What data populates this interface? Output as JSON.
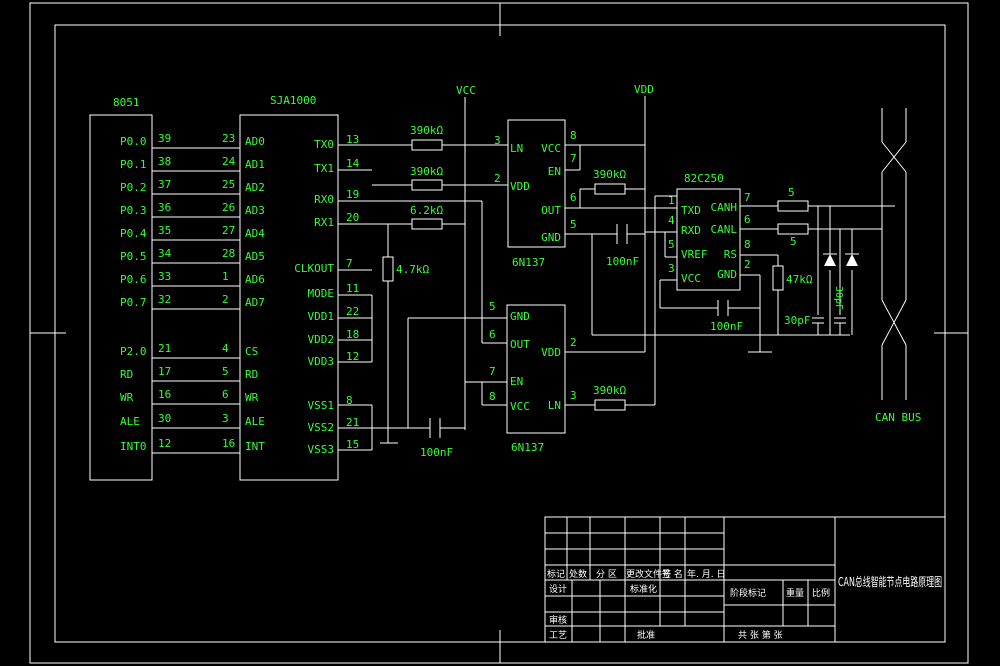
{
  "chips": {
    "mcu": {
      "name": "8051",
      "pins": [
        {
          "label": "P0.0",
          "num": "39"
        },
        {
          "label": "P0.1",
          "num": "38"
        },
        {
          "label": "P0.2",
          "num": "37"
        },
        {
          "label": "P0.3",
          "num": "36"
        },
        {
          "label": "P0.4",
          "num": "35"
        },
        {
          "label": "P0.5",
          "num": "34"
        },
        {
          "label": "P0.6",
          "num": "33"
        },
        {
          "label": "P0.7",
          "num": "32"
        },
        {
          "label": "P2.0",
          "num": "21"
        },
        {
          "label": "RD",
          "num": "17"
        },
        {
          "label": "WR",
          "num": "16"
        },
        {
          "label": "ALE",
          "num": "30"
        },
        {
          "label": "INT0",
          "num": "12"
        }
      ]
    },
    "ctrl": {
      "name": "SJA1000",
      "left_pins": [
        {
          "label": "AD0",
          "num": "23"
        },
        {
          "label": "AD1",
          "num": "24"
        },
        {
          "label": "AD2",
          "num": "25"
        },
        {
          "label": "AD3",
          "num": "26"
        },
        {
          "label": "AD4",
          "num": "27"
        },
        {
          "label": "AD5",
          "num": "28"
        },
        {
          "label": "AD6",
          "num": "1"
        },
        {
          "label": "AD7",
          "num": "2"
        },
        {
          "label": "CS",
          "num": "4"
        },
        {
          "label": "RD",
          "num": "5"
        },
        {
          "label": "WR",
          "num": "6"
        },
        {
          "label": "ALE",
          "num": "3"
        },
        {
          "label": "INT",
          "num": "16"
        }
      ],
      "right_pins": [
        {
          "label": "TX0",
          "num": "13"
        },
        {
          "label": "TX1",
          "num": "14"
        },
        {
          "label": "RX0",
          "num": "19"
        },
        {
          "label": "RX1",
          "num": "20"
        },
        {
          "label": "CLKOUT",
          "num": "7"
        },
        {
          "label": "MODE",
          "num": "11"
        },
        {
          "label": "VDD1",
          "num": "22"
        },
        {
          "label": "VDD2",
          "num": "18"
        },
        {
          "label": "VDD3",
          "num": "12"
        },
        {
          "label": "VSS1",
          "num": "8"
        },
        {
          "label": "VSS2",
          "num": "21"
        },
        {
          "label": "VSS3",
          "num": "15"
        }
      ]
    },
    "opto1": {
      "name": "6N137",
      "left_pins": [
        {
          "label": "LN",
          "num": "3"
        },
        {
          "label": "VDD",
          "num": "2"
        }
      ],
      "right_pins": [
        {
          "label": "VCC",
          "num": "8"
        },
        {
          "label": "EN",
          "num": "7"
        },
        {
          "label": "OUT",
          "num": "6"
        },
        {
          "label": "GND",
          "num": "5"
        }
      ]
    },
    "opto2": {
      "name": "6N137",
      "left_pins": [
        {
          "label": "GND",
          "num": "5"
        },
        {
          "label": "OUT",
          "num": "6"
        },
        {
          "label": "EN",
          "num": "7"
        },
        {
          "label": "VCC",
          "num": "8"
        }
      ],
      "right_pins": [
        {
          "label": "VDD",
          "num": "2"
        },
        {
          "label": "LN",
          "num": "3"
        }
      ]
    },
    "transceiver": {
      "name": "82C250",
      "left_pins": [
        {
          "label": "TXD",
          "num": "1"
        },
        {
          "label": "RXD",
          "num": "4"
        },
        {
          "label": "VREF",
          "num": "5"
        },
        {
          "label": "VCC",
          "num": "3"
        }
      ],
      "right_pins": [
        {
          "label": "CANH",
          "num": "7"
        },
        {
          "label": "CANL",
          "num": "6"
        },
        {
          "label": "RS",
          "num": "8"
        },
        {
          "label": "GND",
          "num": "2"
        }
      ]
    }
  },
  "nets": {
    "vcc": "VCC",
    "vdd": "VDD"
  },
  "components": {
    "r1": "390kΩ",
    "r2": "390kΩ",
    "r3": "6.2kΩ",
    "r4": "4.7kΩ",
    "r5": "390kΩ",
    "r6": "390kΩ",
    "r7": "47kΩ",
    "r8": "5",
    "r9": "5",
    "c1": "100nF",
    "c2": "100nF",
    "c3": "100nF",
    "c4": "30pF",
    "c5": "30pF"
  },
  "bus_label": "CAN BUS",
  "title_block": {
    "title": "CAN总线智能节点电路原理图",
    "row_headers": [
      "标记",
      "处数",
      "分 区",
      "更改文件号",
      "签 名",
      "年. 月. 日"
    ],
    "design": "设计",
    "standard": "标准化",
    "review": "审核",
    "process": "工艺",
    "approve": "批准",
    "stage": "阶段标记",
    "weight": "重量",
    "scale": "比例",
    "sheet": "共 张 第 张"
  }
}
